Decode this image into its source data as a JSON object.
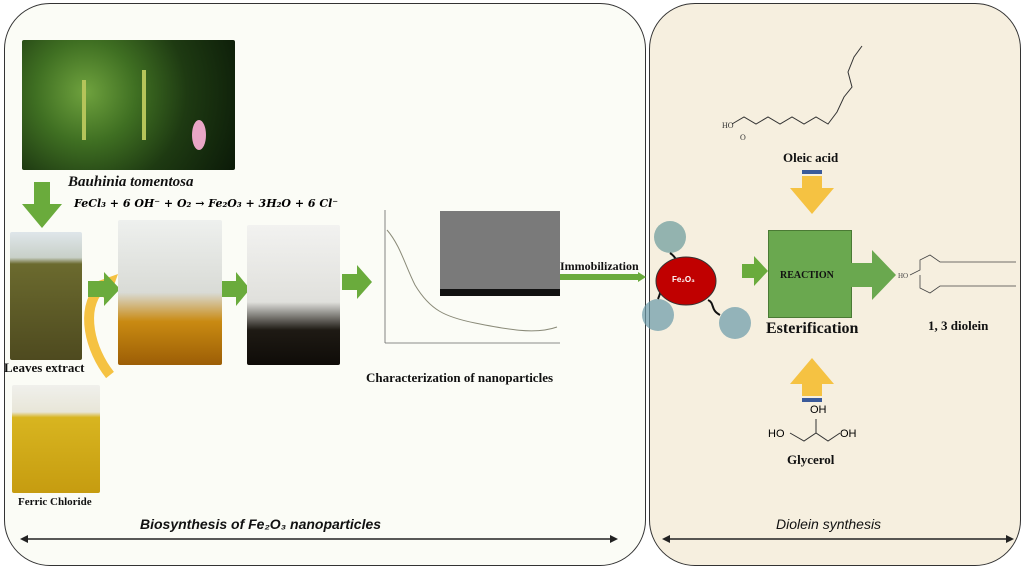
{
  "left_panel": {
    "species_label": "Bauhinia tomentosa",
    "equation": "FeCl₃ + 6 OH⁻ + O₂ → Fe₂O₃ + 3H₂O + 6 Cl⁻",
    "leaves_extract_label": "Leaves extract",
    "ferric_chloride_label": "Ferric Chloride",
    "characterization_label": "Characterization of nanoparticles",
    "immobilization_label": "Immobilization",
    "footer": "Biosynthesis of Fe₂O₃ nanoparticles"
  },
  "right_panel": {
    "nanoparticle_label": "Fe₂O₃",
    "oleic_acid_label": "Oleic acid",
    "reaction_label": "REACTION",
    "esterification_label": "Esterification",
    "product_label": "1, 3 diolein",
    "glycerol_label": "Glycerol",
    "glycerol_groups": [
      "OH",
      "HO",
      "OH"
    ],
    "footer": "Diolein synthesis"
  },
  "colors": {
    "green_arrow": "#6aab3c",
    "yellow_arrow": "#f5c242",
    "nanoparticle": "#c00000",
    "reaction_box": "#6aa84f"
  }
}
